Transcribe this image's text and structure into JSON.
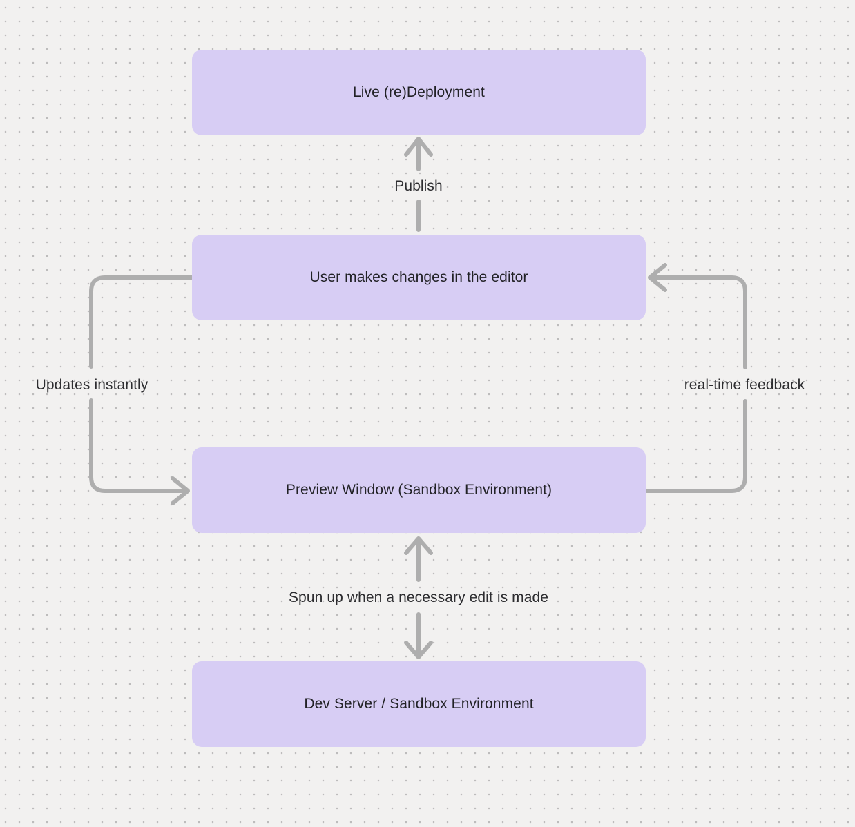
{
  "colors": {
    "canvas_background": "#f2f1f0",
    "grid_dot": "#bdbcbc",
    "node_fill": "#d7cdf4",
    "node_text": "#222226",
    "edge_stroke": "#aeaeae",
    "edge_label_text": "#2d2d30"
  },
  "nodes": [
    {
      "id": "live-redeployment",
      "label": "Live (re)Deployment"
    },
    {
      "id": "user-editor",
      "label": "User makes changes in the editor"
    },
    {
      "id": "preview-window",
      "label": "Preview Window (Sandbox Environment)"
    },
    {
      "id": "dev-server",
      "label": "Dev Server / Sandbox Environment"
    }
  ],
  "edges": [
    {
      "id": "publish",
      "label": "Publish",
      "from": "User makes changes in the editor",
      "to": "Live (re)Deployment",
      "direction": "up"
    },
    {
      "id": "updates-instantly",
      "label": "Updates instantly",
      "from": "User makes changes in the editor",
      "to": "Preview Window (Sandbox Environment)",
      "direction": "left-loop-down"
    },
    {
      "id": "realtime-feedback",
      "label": "real-time feedback",
      "from": "Preview Window (Sandbox Environment)",
      "to": "User makes changes in the editor",
      "direction": "right-loop-up"
    },
    {
      "id": "spun-up",
      "label": "Spun up when a necessary edit is made",
      "from": "Preview Window (Sandbox Environment)",
      "to": "Dev Server / Sandbox Environment",
      "direction": "bidirectional"
    }
  ]
}
